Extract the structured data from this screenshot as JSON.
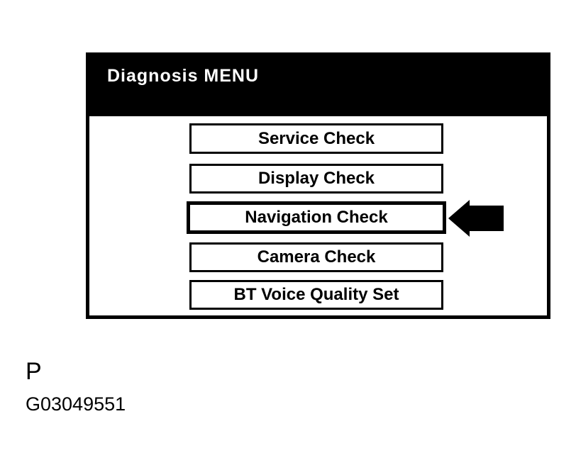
{
  "screen": {
    "title": "Diagnosis MENU",
    "menu": {
      "items": [
        {
          "label": "Service Check",
          "selected": false
        },
        {
          "label": "Display Check",
          "selected": false
        },
        {
          "label": "Navigation Check",
          "selected": true
        },
        {
          "label": "Camera Check",
          "selected": false
        },
        {
          "label": "BT Voice Quality Set",
          "selected": false
        }
      ]
    },
    "pointer": {
      "icon": "arrow-left-icon",
      "points_to": "Navigation Check"
    }
  },
  "footer": {
    "page_label": "P",
    "figure_id": "G03049551"
  },
  "colors": {
    "header_bg": "#000000",
    "header_text": "#ffffff",
    "button_bg": "#ffffff",
    "button_border": "#000000",
    "arrow_fill": "#000000",
    "page_bg": "#ffffff"
  }
}
